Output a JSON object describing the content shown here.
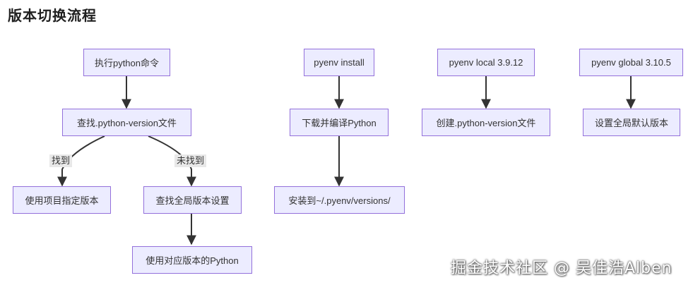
{
  "title": "版本切换流程",
  "nodes": {
    "exec": "执行python命令",
    "find_file": "查找.python-version文件",
    "use_project": "使用项目指定版本",
    "find_global": "查找全局版本设置",
    "use_python": "使用对应版本的Python",
    "pyenv_install": "pyenv install",
    "download": "下载并编译Python",
    "install_to": "安装到~/.pyenv/versions/",
    "pyenv_local": "pyenv local 3.9.12",
    "create_file": "创建.python-version文件",
    "pyenv_global": "pyenv global 3.10.5",
    "set_global": "设置全局默认版本"
  },
  "edge_labels": {
    "found": "找到",
    "not_found": "未找到"
  },
  "watermark": "掘金技术社区 @ 吴佳浩Alben",
  "colors": {
    "node_fill": "#ECECFF",
    "node_border": "#9370DB",
    "edge": "#333333",
    "edge_label_bg": "#e8e8e8"
  }
}
